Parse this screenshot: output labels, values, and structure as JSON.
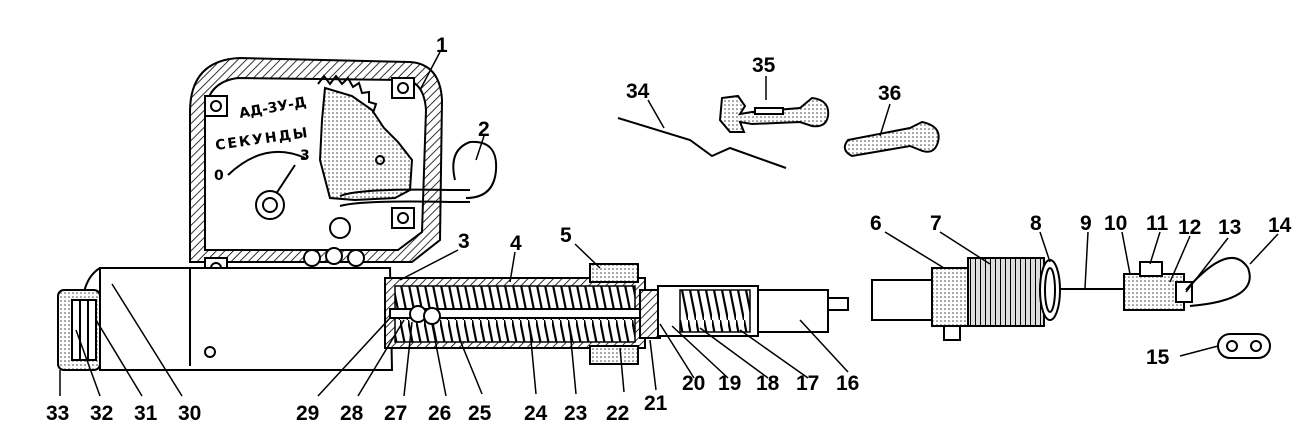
{
  "dial": {
    "model": "АД-3У-Д",
    "unit": "СЕКУНДЫ",
    "scale_min": "0",
    "scale_max": "3"
  },
  "labels": [
    {
      "id": "1",
      "text": "1"
    },
    {
      "id": "2",
      "text": "2"
    },
    {
      "id": "3",
      "text": "3"
    },
    {
      "id": "4",
      "text": "4"
    },
    {
      "id": "5",
      "text": "5"
    },
    {
      "id": "6",
      "text": "6"
    },
    {
      "id": "7",
      "text": "7"
    },
    {
      "id": "8",
      "text": "8"
    },
    {
      "id": "9",
      "text": "9"
    },
    {
      "id": "10",
      "text": "10"
    },
    {
      "id": "11",
      "text": "11"
    },
    {
      "id": "12",
      "text": "12"
    },
    {
      "id": "13",
      "text": "13"
    },
    {
      "id": "14",
      "text": "14"
    },
    {
      "id": "15",
      "text": "15"
    },
    {
      "id": "16",
      "text": "16"
    },
    {
      "id": "17",
      "text": "17"
    },
    {
      "id": "18",
      "text": "18"
    },
    {
      "id": "19",
      "text": "19"
    },
    {
      "id": "20",
      "text": "20"
    },
    {
      "id": "21",
      "text": "21"
    },
    {
      "id": "22",
      "text": "22"
    },
    {
      "id": "23",
      "text": "23"
    },
    {
      "id": "24",
      "text": "24"
    },
    {
      "id": "25",
      "text": "25"
    },
    {
      "id": "26",
      "text": "26"
    },
    {
      "id": "27",
      "text": "27"
    },
    {
      "id": "28",
      "text": "28"
    },
    {
      "id": "29",
      "text": "29"
    },
    {
      "id": "30",
      "text": "30"
    },
    {
      "id": "31",
      "text": "31"
    },
    {
      "id": "32",
      "text": "32"
    },
    {
      "id": "33",
      "text": "33"
    },
    {
      "id": "34",
      "text": "34"
    },
    {
      "id": "35",
      "text": "35"
    },
    {
      "id": "36",
      "text": "36"
    }
  ]
}
